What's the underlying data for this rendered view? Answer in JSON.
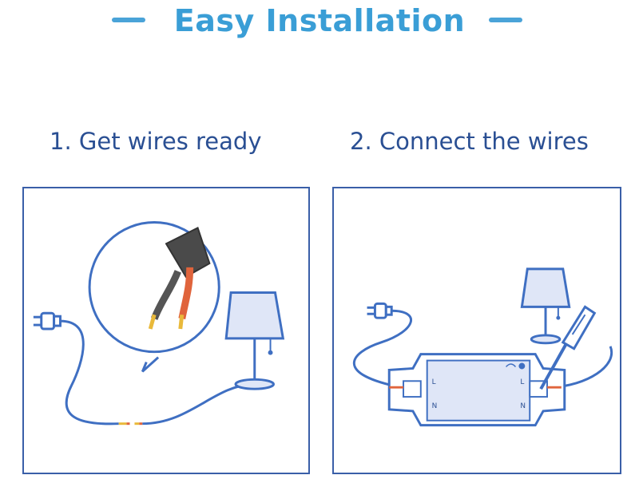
{
  "header": {
    "title": "Easy Installation"
  },
  "steps": [
    {
      "label": "1. Get wires ready"
    },
    {
      "label": "2. Connect the wires"
    }
  ],
  "device": {
    "left_terminal_labels": [
      "L",
      "N"
    ],
    "right_terminal_labels": [
      "L",
      "N"
    ]
  },
  "colors": {
    "title": "#3a9ed6",
    "step_text": "#2a4f93",
    "panel_border": "#3a5fa8",
    "wire_blue": "#3f6fc2",
    "wire_red": "#e0643c",
    "wire_yellow": "#e9b93a",
    "lamp_fill": "#dfe6f7"
  }
}
